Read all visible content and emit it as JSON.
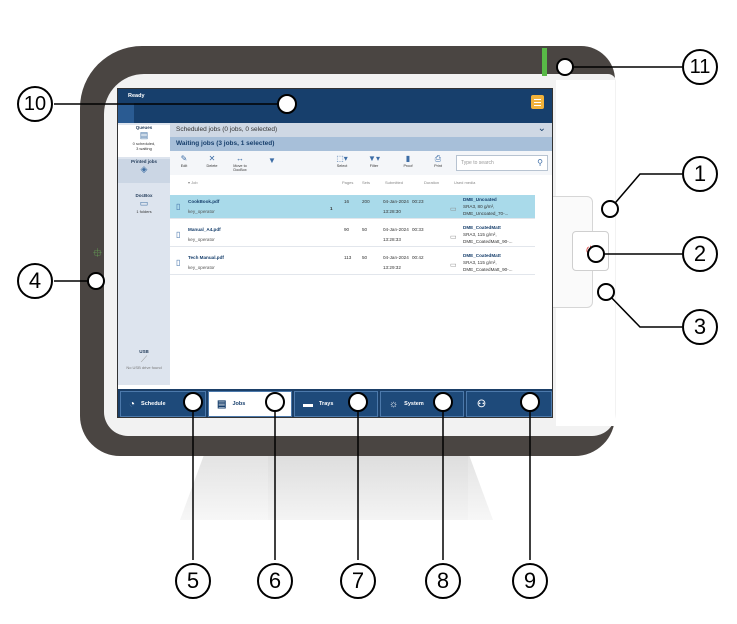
{
  "device": {
    "usb_symbol": "⯐"
  },
  "screen": {
    "status": "Ready",
    "sidebar": {
      "queues_label": "Queues",
      "queues_info": [
        "0 scheduled,",
        "3 waiting"
      ],
      "printed_label": "Printed jobs",
      "docbox_label": "DocBox",
      "docbox_info": "1 folders",
      "usb_label": "USB",
      "usb_info": "No USB drive found"
    },
    "scheduled_text": "Scheduled jobs (0 jobs, 0 selected)",
    "waiting_text": "Waiting jobs (3 jobs, 1 selected)",
    "toolbar": {
      "edit": "Edit",
      "delete": "Delete",
      "move": "Move to DocBox",
      "select": "Select",
      "filter": "Filter",
      "proof": "Proof",
      "print": "Print",
      "search_placeholder": "Type to search"
    },
    "columns": {
      "job": "▾ Job",
      "pages": "Pages",
      "sets": "Sets",
      "submitted": "Submitted",
      "duration": "Duration",
      "media": "Used media"
    },
    "jobs": [
      {
        "name": "CookBook.pdf",
        "owner": "key_operator",
        "pages": "16",
        "flag": "1",
        "sets": "200",
        "date": "04-Jan-2024",
        "time": "13:28:30",
        "duration": "00:23",
        "media1": "DME_Uncoated",
        "media2": "SRA3, 80 g/m²,",
        "media3": "DME_Uncoated_70-..."
      },
      {
        "name": "Manual_A4.pdf",
        "owner": "key_operator",
        "pages": "90",
        "flag": "",
        "sets": "50",
        "date": "04-Jan-2024",
        "time": "13:28:33",
        "duration": "00:33",
        "media1": "DME_CoatedMatt",
        "media2": "SRA3, 115 g/m²,",
        "media3": "DME_CoatedMatt_90-..."
      },
      {
        "name": "Tech Manual.pdf",
        "owner": "key_operator",
        "pages": "113",
        "flag": "",
        "sets": "50",
        "date": "04-Jan-2024",
        "time": "13:29:32",
        "duration": "00:42",
        "media1": "DME_CoatedMatt",
        "media2": "SRA3, 115 g/m²,",
        "media3": "DME_CoatedMatt_90-..."
      }
    ],
    "nav": {
      "schedule": "Schedule",
      "jobs": "Jobs",
      "trays": "Trays",
      "system": "System"
    }
  },
  "callouts": [
    "1",
    "2",
    "3",
    "4",
    "5",
    "6",
    "7",
    "8",
    "9",
    "10",
    "11"
  ]
}
